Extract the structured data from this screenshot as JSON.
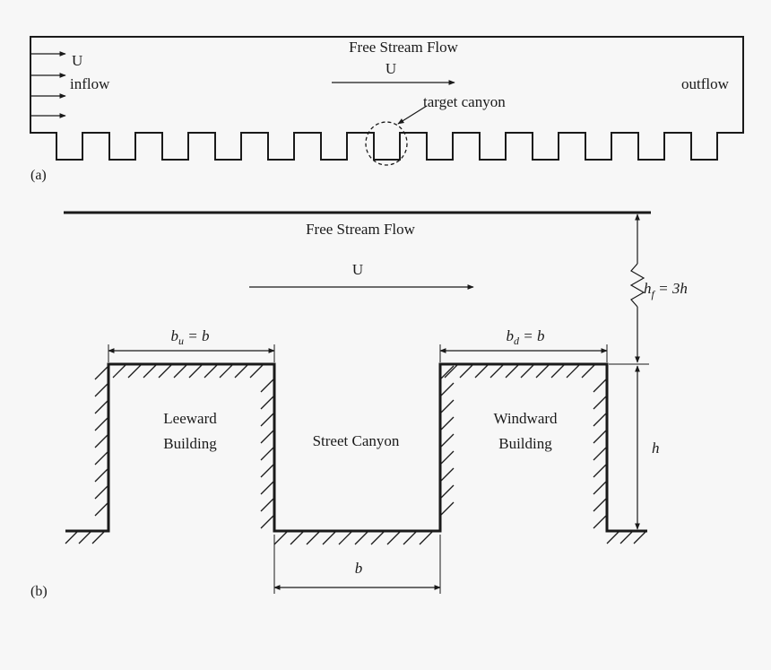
{
  "panel_a": {
    "label": "(a)",
    "free_stream": "Free Stream Flow",
    "velocity": "U",
    "inflow_velocity": "U",
    "inflow": "inflow",
    "outflow": "outflow",
    "target": "target canyon"
  },
  "panel_b": {
    "label": "(b)",
    "free_stream": "Free Stream Flow",
    "velocity": "U",
    "hf_base": "h",
    "hf_sub": "f",
    "hf_rest": " = 3h",
    "bu_base": "b",
    "bu_sub": "u",
    "bu_rest": " = b",
    "bd_base": "b",
    "bd_sub": "d",
    "bd_rest": " = b",
    "leeward_line1": "Leeward",
    "leeward_line2": "Building",
    "canyon": "Street Canyon",
    "windward_line1": "Windward",
    "windward_line2": "Building",
    "h": "h",
    "b": "b"
  },
  "colors": {
    "line": "#1a1a1a",
    "background": "#f7f7f7"
  }
}
